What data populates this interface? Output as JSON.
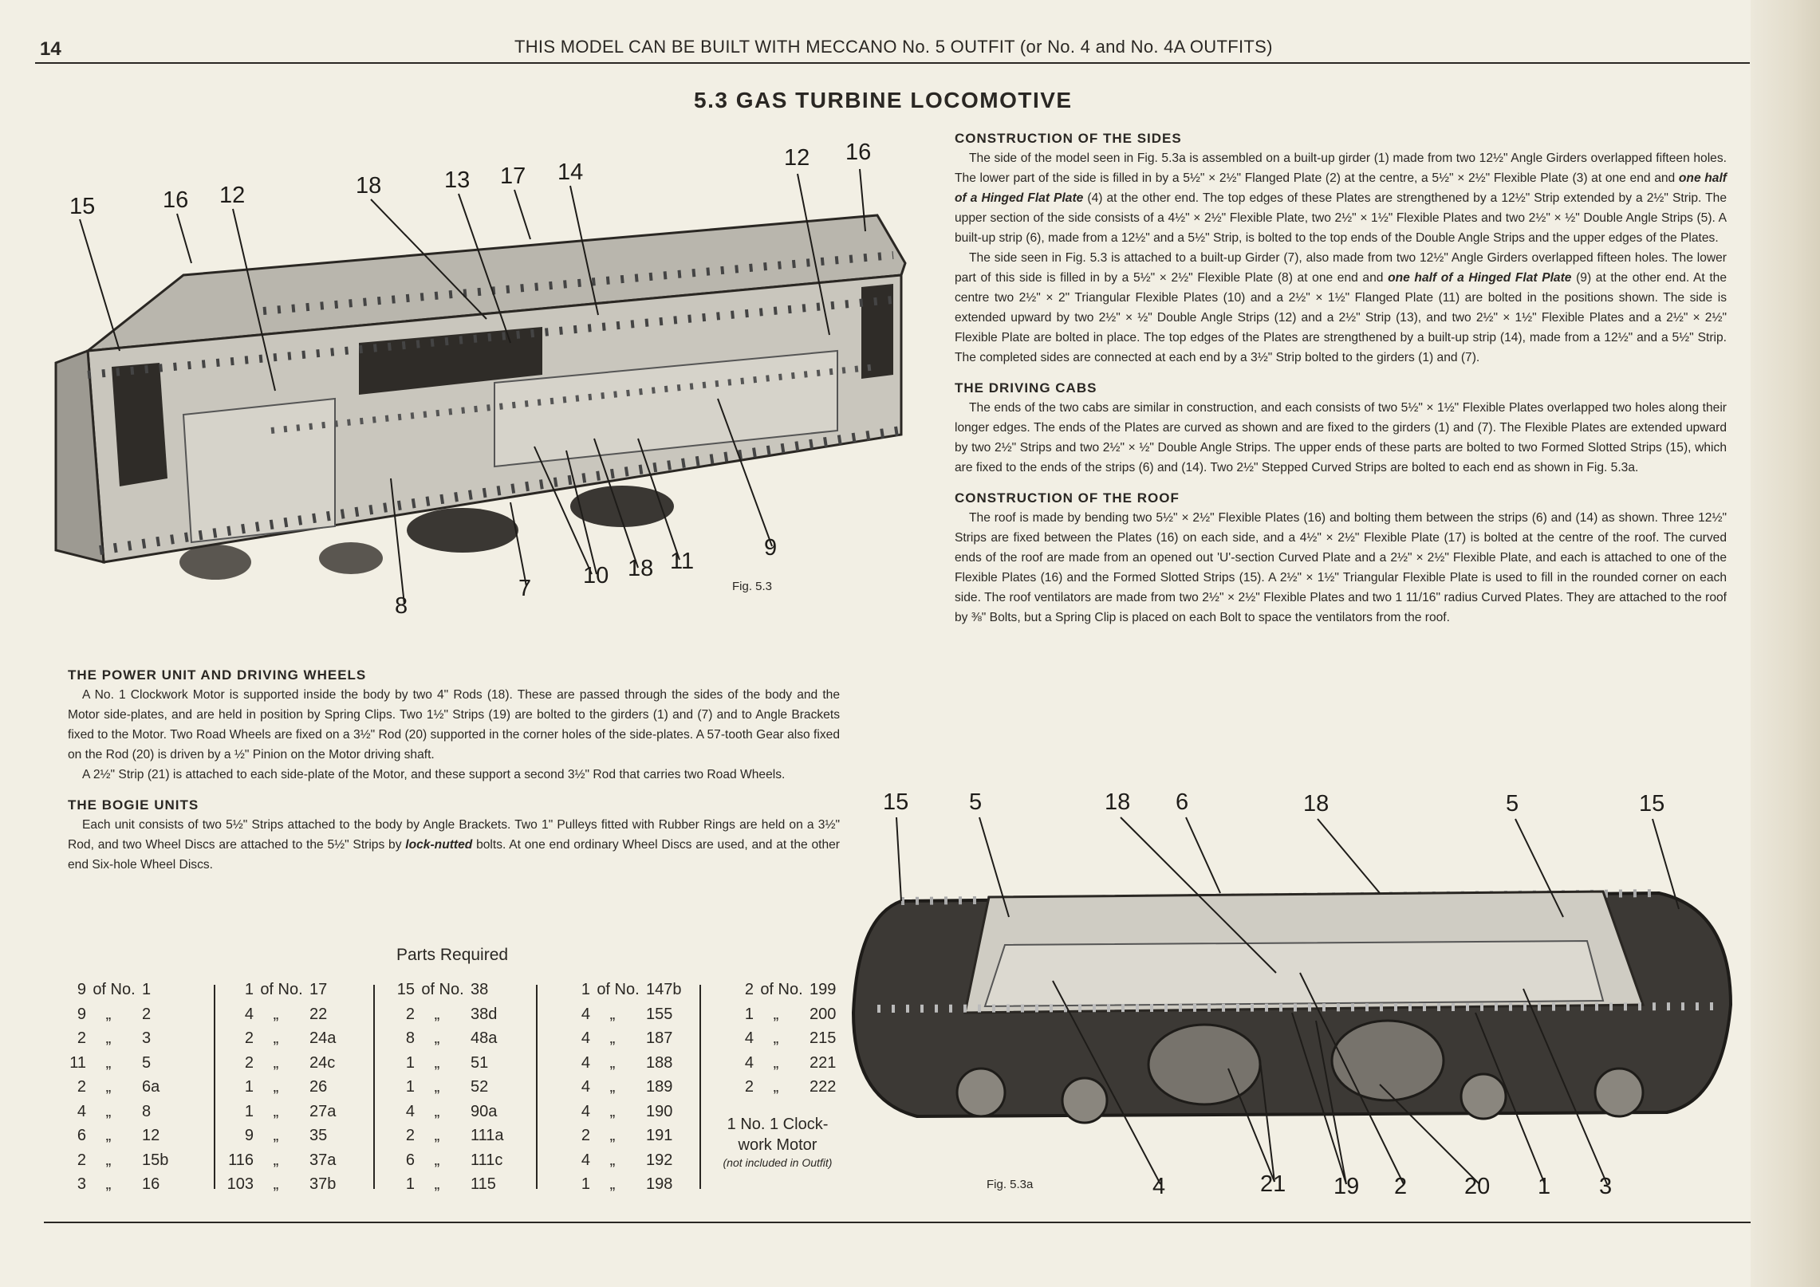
{
  "header": {
    "page_number": "14",
    "text": "THIS MODEL CAN BE BUILT WITH MECCANO No. 5 OUTFIT (or No. 4 and No. 4A OUTFITS)"
  },
  "title": "5.3  GAS TURBINE LOCOMOTIVE",
  "right_sections": [
    {
      "heading": "CONSTRUCTION OF THE SIDES",
      "paragraphs": [
        [
          "The side of the model seen in Fig. 5.3a is assembled on a built-up girder (1) made from two 12½\" Angle Girders overlapped fifteen holes. The lower part of the side is filled in by a 5½\" × 2½\" Flanged Plate (2) at the centre, a 5½\" × 2½\" Flexible Plate (3) at one end and ",
          "one half of a Hinged Flat Plate",
          " (4) at the other end. The top edges of these Plates are strengthened by a 12½\" Strip extended by a 2½\" Strip. The upper section of the side consists of a 4½\" × 2½\" Flexible Plate, two 2½\" × 1½\" Flexible Plates and two 2½\" × ½\" Double Angle Strips (5). A built-up strip (6), made from a 12½\" and a 5½\" Strip, is bolted to the top ends of the Double Angle Strips and the upper edges of the Plates."
        ],
        [
          "The side seen in Fig. 5.3 is attached to a built-up Girder (7), also made from two 12½\" Angle Girders overlapped fifteen holes. The lower part of this side is filled in by a 5½\" × 2½\" Flexible Plate (8) at one end and ",
          "one half of a Hinged Flat Plate",
          " (9) at the other end. At the centre two 2½\" × 2\" Triangular Flexible Plates (10) and a 2½\" × 1½\" Flanged Plate (11) are bolted in the positions shown. The side is extended upward by two 2½\" × ½\" Double Angle Strips (12) and a 2½\" Strip (13), and two 2½\" × 1½\" Flexible Plates and a 2½\" × 2½\" Flexible Plate are bolted in place. The top edges of the Plates are strengthened by a built-up strip (14), made from a 12½\" and a 5½\" Strip. The completed sides are connected at each end by a 3½\" Strip bolted to the girders (1) and (7)."
        ]
      ]
    },
    {
      "heading": "THE DRIVING CABS",
      "paragraphs": [
        [
          "The ends of the two cabs are similar in construction, and each consists of two 5½\" × 1½\" Flexible Plates overlapped two holes along their longer edges. The ends of the Plates are curved as shown and are fixed to the girders (1) and (7). The Flexible Plates are extended upward by two 2½\" Strips and two 2½\" × ½\" Double Angle Strips. The upper ends of these parts are bolted to two Formed Slotted Strips (15), which are fixed to the ends of the strips (6) and (14). Two 2½\" Stepped Curved Strips are bolted to each end as shown in Fig. 5.3a."
        ]
      ]
    },
    {
      "heading": "CONSTRUCTION OF THE ROOF",
      "paragraphs": [
        [
          "The roof is made by bending two 5½\" × 2½\" Flexible Plates (16) and bolting them between the strips (6) and (14) as shown. Three 12½\" Strips are fixed between the Plates (16) on each side, and a 4½\" × 2½\" Flexible Plate (17) is bolted at the centre of the roof. The curved ends of the roof are made from an opened out 'U'-section Curved Plate and a 2½\" × 2½\" Flexible Plate, and each is attached to one of the Flexible Plates (16) and the Formed Slotted Strips (15). A 2½\" × 1½\" Triangular Flexible Plate is used to fill in the rounded corner on each side. The roof ventilators are made from two 2½\" × 2½\" Flexible Plates and two 1 11/16\" radius Curved Plates. They are attached to the roof by ⅜\" Bolts, but a Spring Clip is placed on each Bolt to space the ventilators from the roof."
        ]
      ]
    }
  ],
  "left_sections": [
    {
      "heading": "THE POWER UNIT AND DRIVING WHEELS",
      "paragraphs": [
        [
          "A No. 1 Clockwork Motor is supported inside the body by two 4\" Rods (18). These are passed through the sides of the body and the Motor side-plates, and are held in position by Spring Clips. Two 1½\" Strips (19) are bolted to the girders (1) and (7) and to Angle Brackets fixed to the Motor. Two Road Wheels are fixed on a 3½\" Rod (20) supported in the corner holes of the side-plates. A 57-tooth Gear also fixed on the Rod (20) is driven by a ½\" Pinion on the Motor driving shaft."
        ],
        [
          "A 2½\" Strip (21) is attached to each side-plate of the Motor, and these support a second 3½\" Rod that carries two Road Wheels."
        ]
      ]
    },
    {
      "heading": "THE BOGIE UNITS",
      "paragraphs": [
        [
          "Each unit consists of two 5½\" Strips attached to the body by Angle Brackets. Two 1\" Pulleys fitted with Rubber Rings are held on a 3½\" Rod, and two Wheel Discs are attached to the 5½\" Strips by ",
          "lock-nutted",
          " bolts. At one end ordinary Wheel Discs are used, and at the other end Six-hole Wheel Discs."
        ]
      ]
    }
  ],
  "figures": {
    "fig_5_3": {
      "caption": "Fig. 5.3",
      "labels": [
        "15",
        "16",
        "12",
        "18",
        "13",
        "17",
        "14",
        "12",
        "16",
        "8",
        "7",
        "10",
        "18",
        "11",
        "9"
      ]
    },
    "fig_5_3a": {
      "caption": "Fig. 5.3a",
      "labels": [
        "15",
        "5",
        "18",
        "6",
        "18",
        "5",
        "15",
        "4",
        "21",
        "19",
        "2",
        "20",
        "1",
        "3"
      ]
    }
  },
  "parts": {
    "title": "Parts Required",
    "of_no": "of No.",
    "ditto": "„",
    "columns": [
      [
        [
          "9",
          "1"
        ],
        [
          "9",
          "2"
        ],
        [
          "2",
          "3"
        ],
        [
          "11",
          "5"
        ],
        [
          "2",
          "6a"
        ],
        [
          "4",
          "8"
        ],
        [
          "6",
          "12"
        ],
        [
          "2",
          "15b"
        ],
        [
          "3",
          "16"
        ]
      ],
      [
        [
          "1",
          "17"
        ],
        [
          "4",
          "22"
        ],
        [
          "2",
          "24a"
        ],
        [
          "2",
          "24c"
        ],
        [
          "1",
          "26"
        ],
        [
          "1",
          "27a"
        ],
        [
          "9",
          "35"
        ],
        [
          "116",
          "37a"
        ],
        [
          "103",
          "37b"
        ]
      ],
      [
        [
          "15",
          "38"
        ],
        [
          "2",
          "38d"
        ],
        [
          "8",
          "48a"
        ],
        [
          "1",
          "51"
        ],
        [
          "1",
          "52"
        ],
        [
          "4",
          "90a"
        ],
        [
          "2",
          "111a"
        ],
        [
          "6",
          "111c"
        ],
        [
          "1",
          "115"
        ]
      ],
      [
        [
          "1",
          "147b"
        ],
        [
          "4",
          "155"
        ],
        [
          "4",
          "187"
        ],
        [
          "4",
          "188"
        ],
        [
          "4",
          "189"
        ],
        [
          "4",
          "190"
        ],
        [
          "2",
          "191"
        ],
        [
          "4",
          "192"
        ],
        [
          "1",
          "198"
        ]
      ],
      [
        [
          "2",
          "199"
        ],
        [
          "1",
          "200"
        ],
        [
          "4",
          "215"
        ],
        [
          "4",
          "221"
        ],
        [
          "2",
          "222"
        ]
      ]
    ],
    "motor_note": "1 No. 1 Clock-work Motor",
    "motor_note_sub": "(not included in Outfit)"
  }
}
